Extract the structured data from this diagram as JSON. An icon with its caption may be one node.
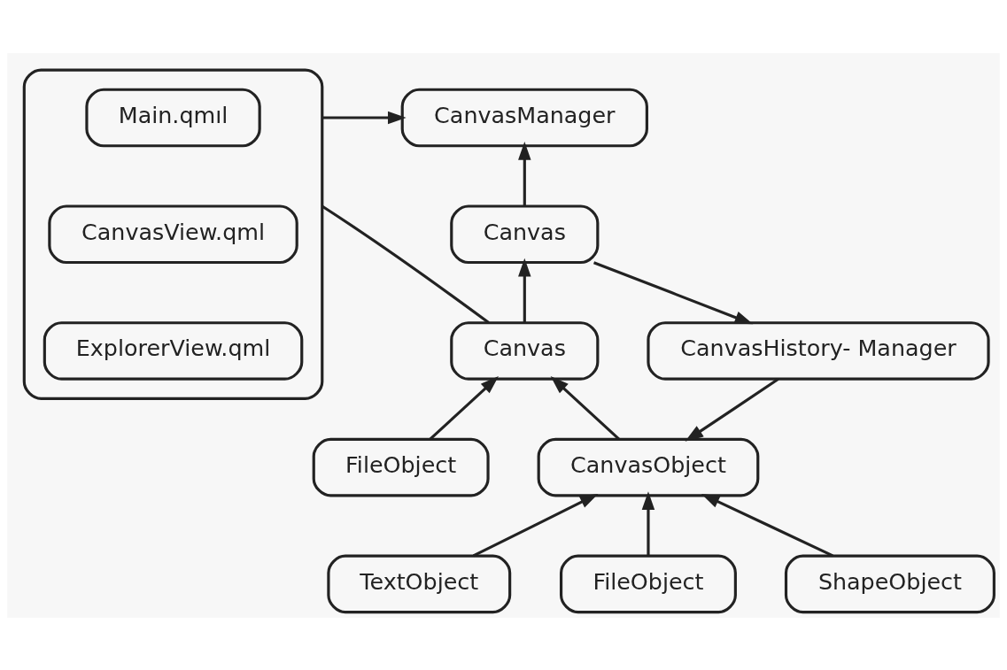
{
  "diagram": {
    "nodes": [
      {
        "text": [
          "CanvasManager"
        ]
      },
      {
        "text": [],
        "shape": "box"
      },
      {
        "text": [
          "Main.qmıl"
        ],
        "in": 1
      },
      {
        "text": [
          "CanvasView.qml"
        ],
        "in": 1
      },
      {
        "text": [
          "ExplorerView.qml"
        ],
        "in": 1
      },
      {
        "text": [
          "Canvas"
        ]
      },
      {
        "text": [
          "CanvasHistory- Manager"
        ]
      },
      {
        "text": [
          "Canvas"
        ]
      },
      {
        "text": [
          "CanvasObject"
        ]
      },
      {
        "text": [
          "FileObject"
        ]
      },
      {
        "text": [
          "TextObject"
        ]
      },
      {
        "text": [
          "FileObject"
        ]
      },
      {
        "text": [
          "ShapeObject"
        ]
      }
    ],
    "edges": [
      {
        "from": 1,
        "to": 0,
        "arrow": "to"
      },
      {
        "from": 5,
        "to": 0,
        "arrow": "to"
      },
      {
        "from": 5,
        "to": 6,
        "arrow": "to"
      },
      {
        "from": 7,
        "to": 5,
        "arrow": "to"
      },
      {
        "from": 1,
        "to": 7,
        "arrow": "none"
      },
      {
        "from": 8,
        "to": 7,
        "arrow": "to"
      },
      {
        "from": 9,
        "to": 7,
        "arrow": "to"
      },
      {
        "from": 6,
        "to": 8,
        "arrow": "to"
      },
      {
        "from": 10,
        "to": 8,
        "arrow": "to"
      },
      {
        "from": 11,
        "to": 8,
        "arrow": "to"
      },
      {
        "from": 12,
        "to": 8,
        "arrow": "to"
      }
    ]
  }
}
